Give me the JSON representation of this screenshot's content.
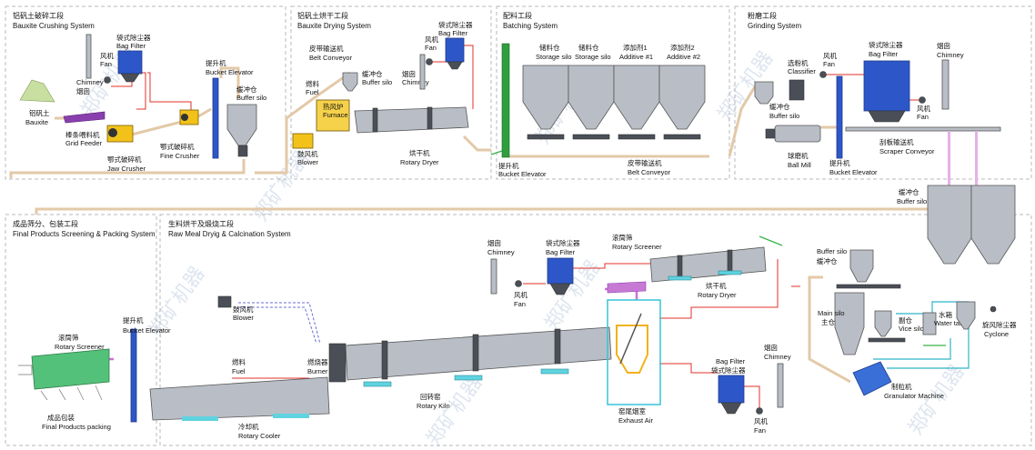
{
  "sections": {
    "bauxite_crushing": {
      "cn": "铝矾土破碎工段",
      "en": "Bauxite Crushing System"
    },
    "bauxite_drying": {
      "cn": "铝矾土烘干工段",
      "en": "Bauxite Drying System"
    },
    "batching": {
      "cn": "配料工段",
      "en": "Batching System"
    },
    "grinding": {
      "cn": "粉磨工段",
      "en": "Grinding System"
    },
    "final_products": {
      "cn": "成品筛分、包装工段",
      "en": "Final Products Screening & Packing System"
    },
    "raw_meal": {
      "cn": "生料烘干及煅烧工段",
      "en": "Raw Meal Dryig & Calcination System"
    }
  },
  "equipment": {
    "chimney1": {
      "en": "Chimney",
      "cn": "烟囱"
    },
    "fan1": {
      "cn": "风机",
      "en": "Fan"
    },
    "bag_filter1": {
      "cn": "袋式除尘器",
      "en": "Bag Filter"
    },
    "bauxite": {
      "cn": "铝矾土",
      "en": "Bauxite"
    },
    "grid_feeder": {
      "cn": "棒条喂料机",
      "en": "Grid Feeder"
    },
    "jaw_crusher": {
      "cn": "鄂式破碎机",
      "en": "Jaw Crusher"
    },
    "fine_crusher": {
      "cn": "鄂式破碎机",
      "en": "Fine Crusher"
    },
    "bucket_elevator1": {
      "cn": "提升机",
      "en": "Bucket Elevator"
    },
    "buffer_silo1": {
      "cn": "缓冲仓",
      "en": "Buffer silo"
    },
    "belt_conveyor1": {
      "cn": "皮带输送机",
      "en": "Belt Conveyor"
    },
    "bag_filter2": {
      "cn": "袋式除尘器",
      "en": "Bag Filter"
    },
    "fan2": {
      "cn": "风机",
      "en": "Fan"
    },
    "chimney2": {
      "cn": "烟囱",
      "en": "Chimney"
    },
    "buffer_silo2": {
      "cn": "缓冲仓",
      "en": "Buffer silo"
    },
    "fuel1": {
      "cn": "燃料",
      "en": "Fuel"
    },
    "furnace": {
      "cn": "热风炉",
      "en": "Furnace"
    },
    "blower1": {
      "cn": "鼓风机",
      "en": "Blower"
    },
    "rotary_dryer1": {
      "cn": "烘干机",
      "en": "Rotary Dryer"
    },
    "storage_silo1": {
      "cn": "储料仓",
      "en": "Storage silo"
    },
    "storage_silo2": {
      "cn": "储料仓",
      "en": "Storage silo"
    },
    "additive1": {
      "cn": "添加剂1",
      "en": "Additive #1"
    },
    "additive2": {
      "cn": "添加剂2",
      "en": "Additive #2"
    },
    "bucket_elevator2": {
      "cn": "提升机",
      "en": "Bucket Elevator"
    },
    "belt_conveyor2": {
      "cn": "皮带输送机",
      "en": "Belt Conveyor"
    },
    "classifier": {
      "cn": "选粉机",
      "en": "Classifier"
    },
    "fan3": {
      "cn": "风机",
      "en": "Fan"
    },
    "bag_filter3": {
      "cn": "袋式除尘器",
      "en": "Bag Filter"
    },
    "chimney3": {
      "cn": "烟囱",
      "en": "Chimney"
    },
    "fan4": {
      "cn": "风机",
      "en": "Fan"
    },
    "buffer_silo3": {
      "cn": "缓冲仓",
      "en": "Buffer silo"
    },
    "ball_mill": {
      "cn": "球磨机",
      "en": "Ball Mill"
    },
    "bucket_elevator3": {
      "cn": "提升机",
      "en": "Bucket Elevator"
    },
    "scraper_conveyor": {
      "cn": "刮板输送机",
      "en": "Scraper Conveyor"
    },
    "buffer_silo4": {
      "cn": "缓冲仓",
      "en": "Buffer silo"
    },
    "chimney4": {
      "cn": "烟囱",
      "en": "Chimney"
    },
    "bag_filter4": {
      "cn": "袋式除尘器",
      "en": "Bag Filter"
    },
    "fan5": {
      "cn": "风机",
      "en": "Fan"
    },
    "rotary_screener1": {
      "cn": "滚筒筛",
      "en": "Rotary Screener"
    },
    "rotary_dryer2": {
      "cn": "烘干机",
      "en": "Rotary Dryer"
    },
    "buffer_silo5": {
      "en": "Buffer silo",
      "cn": "缓冲仓"
    },
    "blower2": {
      "cn": "鼓风机",
      "en": "Blower"
    },
    "bucket_elevator4": {
      "cn": "提升机",
      "en": "Bucket Elevator"
    },
    "rotary_screener2": {
      "cn": "滚筒筛",
      "en": "Rotary Screener"
    },
    "fuel2": {
      "cn": "燃料",
      "en": "Fuel"
    },
    "burner": {
      "cn": "燃烧器",
      "en": "Burner"
    },
    "final_packing": {
      "cn": "成品包装",
      "en": "Final Products packing"
    },
    "rotary_kiln": {
      "cn": "回转窑",
      "en": "Rotary Kiln"
    },
    "rotary_cooler": {
      "cn": "冷却机",
      "en": "Rotary Cooler"
    },
    "exhaust_air": {
      "cn": "窑尾烟室",
      "en": "Exhaust Air"
    },
    "bag_filter5": {
      "en": "Bag Filter",
      "cn": "袋式除尘器"
    },
    "chimney5": {
      "cn": "烟囱",
      "en": "Chimney"
    },
    "fan6": {
      "cn": "风机",
      "en": "Fan"
    },
    "main_silo": {
      "en": "Main silo",
      "cn": "主仓"
    },
    "vice_silo": {
      "cn": "副仓",
      "en": "Vice silo"
    },
    "water_tank": {
      "cn": "水箱",
      "en": "Water tank"
    },
    "cyclone": {
      "cn": "旋风除尘器",
      "en": "Cyclone"
    },
    "granulator": {
      "cn": "制粒机",
      "en": "Granulator Machine"
    }
  },
  "watermark": "郑矿机器",
  "colors": {
    "exhaust": "#e0302a",
    "material": "#e3c9a8",
    "elevator": "#38b44a",
    "water": "#2fb3c9",
    "frame": "#b8b8b8",
    "blue_eq": "#2d57c8",
    "yellow_eq": "#f2c21b"
  }
}
